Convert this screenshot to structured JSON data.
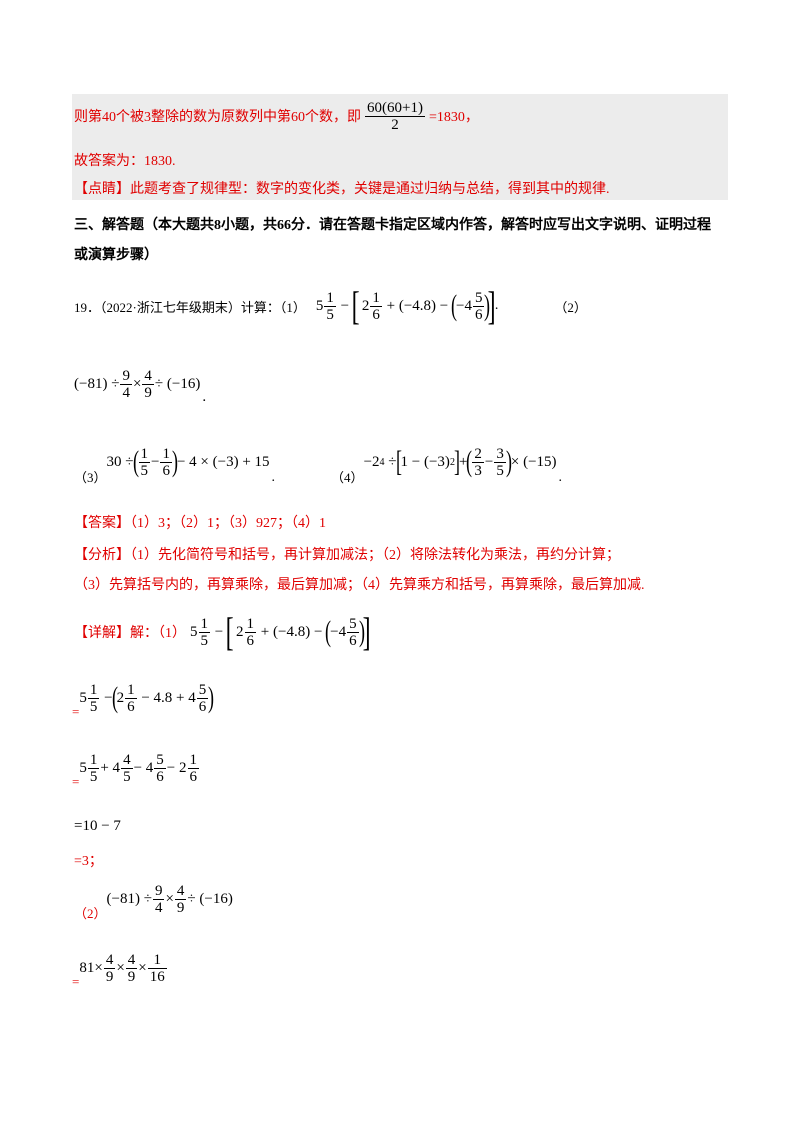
{
  "prev_solution": {
    "line1_text": "则第40个被3整除的数为原数列中第60个数，即",
    "line1_frac_num": "60(60+1)",
    "line1_frac_den": "2",
    "line1_result": "=1830，",
    "line2": "故答案为：1830.",
    "comment": "【点睛】此题考查了规律型：数字的变化类，关键是通过归纳与总结，得到其中的规律."
  },
  "section": {
    "title_line1": "三、解答题（本大题共8小题，共66分．请在答题卡指定区域内作答，解答时应写出文字说明、证明过程",
    "title_line2": "或演算步骤）"
  },
  "question": {
    "prefix": "19．（2022·浙江七年级期末）计算：（1）",
    "part2_label": "（2）",
    "part3_label": "（3）",
    "part4_label": "（4）",
    "end_dot": "."
  },
  "answer": {
    "label": "【答案】（1）3；（2）1；（3）927；（4）1",
    "analysis_line1": "【分析】（1）先化简符号和括号，再计算加减法；（2）将除法转化为乘法，再约分计算；",
    "analysis_line2": "（3）先算括号内的，再算乘除，最后算加减；（4）先算乘方和括号，再算乘除，最后算加减.",
    "detail_label": "【详解】解：（1）",
    "eq": "=",
    "step_3": "=10 − 7",
    "step_4": "=3；",
    "part2_label": "（2）"
  }
}
